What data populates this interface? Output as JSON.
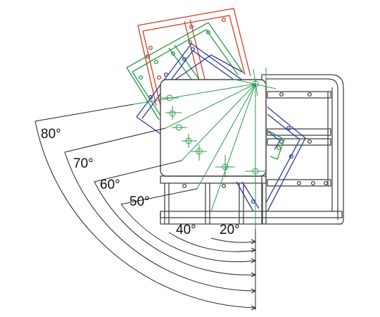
{
  "angles": [
    {
      "degrees": 80,
      "label": "80°"
    },
    {
      "degrees": 70,
      "label": "70°"
    },
    {
      "degrees": 60,
      "label": "60°"
    },
    {
      "degrees": 50,
      "label": "50°"
    },
    {
      "degrees": 40,
      "label": "40°"
    },
    {
      "degrees": 20,
      "label": "20°"
    }
  ],
  "colors": {
    "frame": "#444444",
    "green": "#2a9a4a",
    "blue": "#2b3a9a",
    "red": "#d43a2a",
    "dimension": "#222222"
  }
}
